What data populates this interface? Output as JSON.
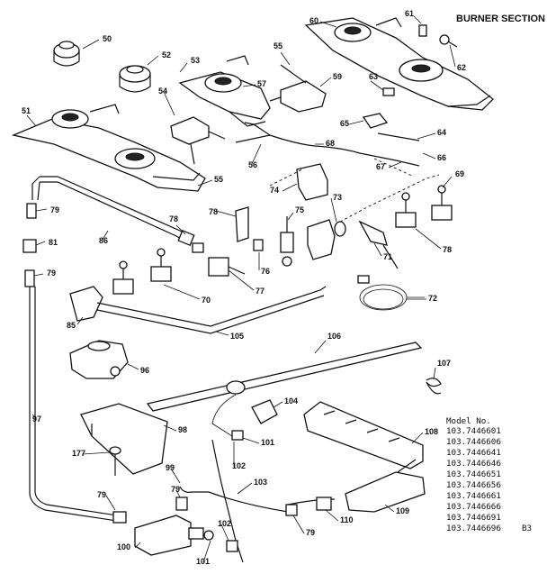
{
  "title": "BURNER SECTION",
  "models_header": "Model No.",
  "models": [
    "103.7446601",
    "103.7446606",
    "103.7446641",
    "103.7446646",
    "103.7446651",
    "103.7446656",
    "103.7446661",
    "103.7446666",
    "103.7446691",
    "103.7446696"
  ],
  "page_code": "B3",
  "labels": {
    "p50": "50",
    "p52": "52",
    "p53": "53",
    "p54": "54",
    "p57": "57",
    "p55a": "55",
    "p55b": "55",
    "p59": "59",
    "p60": "60",
    "p61": "61",
    "p62": "62",
    "p63": "63",
    "p64": "64",
    "p65": "65",
    "p56": "56",
    "p68": "68",
    "p67": "67",
    "p66": "66",
    "p51": "51",
    "p69": "69",
    "p74": "74",
    "p73": "73",
    "p75": "75",
    "p78a": "78",
    "p78b": "78",
    "p78c": "78",
    "p71": "71",
    "p70": "70",
    "p79a": "79",
    "p81": "81",
    "p79b": "79",
    "p76": "76",
    "p77": "77",
    "p86": "86",
    "p72": "72",
    "p85": "85",
    "p105": "105",
    "p96": "96",
    "p106": "106",
    "p107": "107",
    "p97": "97",
    "p98": "98",
    "p104": "104",
    "p101": "101",
    "p108": "108",
    "p177": "177",
    "p99": "99",
    "p102a": "102",
    "p103": "103",
    "p79c": "79",
    "p79d": "79",
    "p110": "110",
    "p109": "109",
    "p100": "100",
    "p102b": "102",
    "p79e": "79",
    "p101b": "101"
  }
}
